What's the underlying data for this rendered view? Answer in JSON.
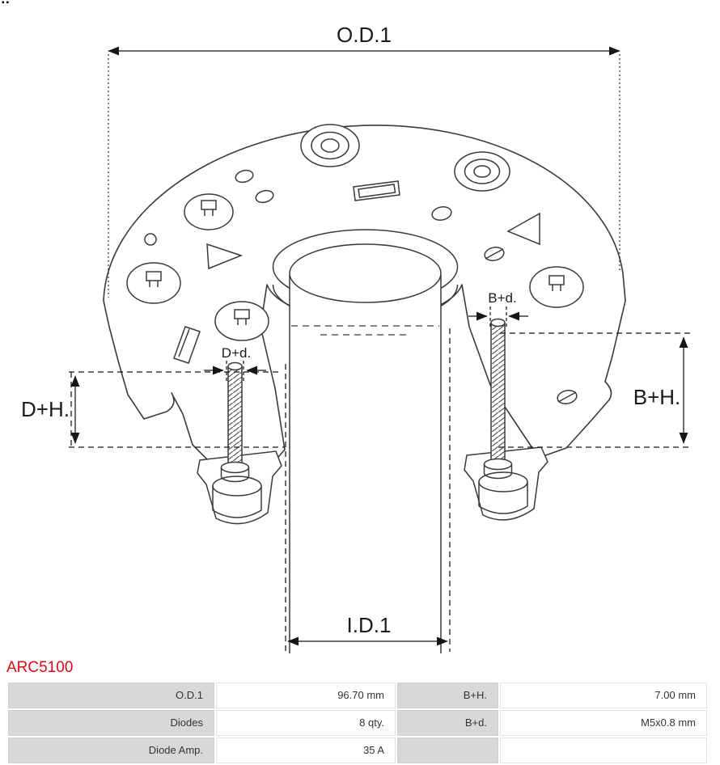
{
  "header": {
    "corner_marks": "▪▪"
  },
  "part": {
    "code": "ARC5100"
  },
  "diagram": {
    "kind": "alternator-rectifier-technical-drawing",
    "labels": {
      "od1": "O.D.1",
      "id1": "I.D.1",
      "dh": "D+H.",
      "bh": "B+H.",
      "dd": "D+d.",
      "bd": "B+d."
    }
  },
  "spec_table": {
    "rows": [
      {
        "label1": "O.D.1",
        "value1": "96.70 mm",
        "label2": "B+H.",
        "value2": "7.00 mm"
      },
      {
        "label1": "Diodes",
        "value1": "8 qty.",
        "label2": "B+d.",
        "value2": "M5x0.8 mm"
      },
      {
        "label1": "Diode Amp.",
        "value1": "35 A",
        "label2": "",
        "value2": ""
      }
    ]
  },
  "colors": {
    "part_code": "#e30613",
    "label_cell_bg": "#d8d8d8",
    "drawing_line": "#3a3a3a",
    "dimension_line": "#161616"
  }
}
